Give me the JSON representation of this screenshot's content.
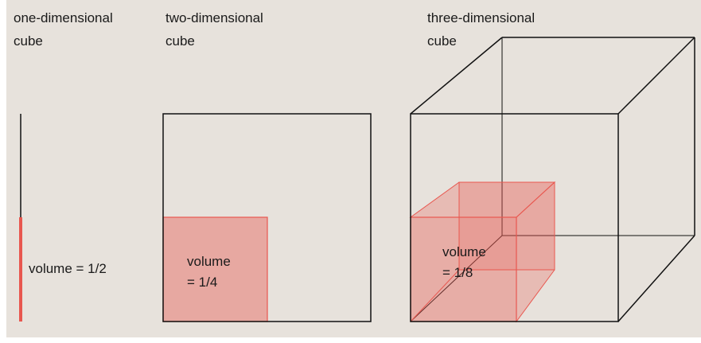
{
  "colors": {
    "background": "#e7e2dc",
    "outline": "#111111",
    "fill_red": "#e8574f",
    "fill_alpha": 0.42
  },
  "panels": {
    "one_d": {
      "title_line1": "one-dimensional",
      "title_line2": "cube",
      "volume_label": "volume = 1/2"
    },
    "two_d": {
      "title_line1": "two-dimensional",
      "title_line2": "cube",
      "volume_line1": "volume",
      "volume_line2": "= 1/4"
    },
    "three_d": {
      "title_line1": "three-dimensional",
      "title_line2": "cube",
      "volume_line1": "volume",
      "volume_line2": "= 1/8"
    }
  }
}
